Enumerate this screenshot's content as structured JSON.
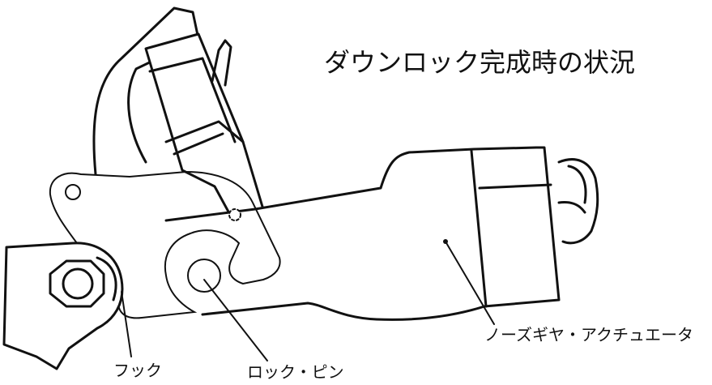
{
  "title": "ダウンロック完成時の状況",
  "labels": {
    "hook": "フック",
    "lock_pin": "ロック・ピン",
    "actuator": "ノーズギヤ・アクチュエータ"
  },
  "colors": {
    "ink": "#111111",
    "background": "#ffffff"
  }
}
